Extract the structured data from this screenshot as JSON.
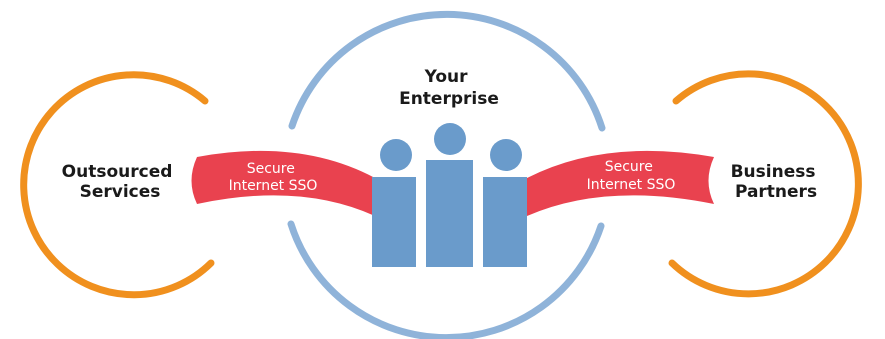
{
  "left_node": {
    "line1": "Outsourced",
    "line2": "Services"
  },
  "center_node": {
    "line1": "Your",
    "line2": "Enterprise"
  },
  "right_node": {
    "line1": "Business",
    "line2": "Partners"
  },
  "left_connector": {
    "line1": "Secure",
    "line2": "Internet SSO"
  },
  "right_connector": {
    "line1": "Secure",
    "line2": "Internet SSO"
  },
  "colors": {
    "partner_ring": "#f0901e",
    "enterprise_ring": "#8fb3d9",
    "people": "#6a9bcb",
    "ribbon": "#e9424f"
  }
}
